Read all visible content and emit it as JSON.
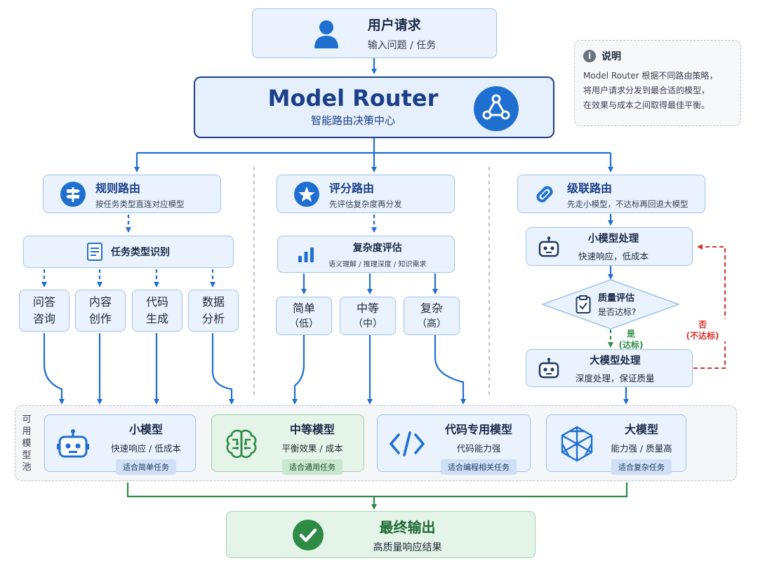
{
  "request": {
    "title": "用户请求",
    "sub": "输入问题 / 任务"
  },
  "note": {
    "title": "说明",
    "line1": "Model Router 根据不同路由策略，",
    "line2": "将用户请求分发到最合适的模型，",
    "line3": "在效果与成本之间取得最佳平衡。"
  },
  "router": {
    "title": "Model Router",
    "sub": "智能路由决策中心"
  },
  "rule": {
    "title": "规则路由",
    "sub": "按任务类型直连对应模型",
    "step": "任务类型识别",
    "items": [
      "问答",
      "咨询",
      "内容",
      "创作",
      "代码",
      "生成",
      "数据",
      "分析"
    ]
  },
  "score": {
    "title": "评分路由",
    "sub": "先评估复杂度再分发",
    "step": "复杂度评估",
    "step_sub": "语义理解 / 推理深度 / 知识需求",
    "items": [
      "简单",
      "（低）",
      "中等",
      "（中）",
      "复杂",
      "（高）"
    ]
  },
  "cascade": {
    "title": "级联路由",
    "sub": "先走小模型，不达标再回退大模型",
    "small": {
      "title": "小模型处理",
      "sub": "快速响应，低成本"
    },
    "check": {
      "title": "质量评估",
      "sub": "是否达标?"
    },
    "yes": "是",
    "yes2": "(达标)",
    "no": "否",
    "no2": "(不达标)",
    "large": {
      "title": "大模型处理",
      "sub": "深度处理，保证质量"
    }
  },
  "pool": {
    "label": [
      "可",
      "用",
      "模",
      "型",
      "池"
    ],
    "models": [
      {
        "title": "小模型",
        "sub": "快速响应 / 低成本",
        "tag": "适合简单任务"
      },
      {
        "title": "中等模型",
        "sub": "平衡效果 / 成本",
        "tag": "适合通用任务"
      },
      {
        "title": "代码专用模型",
        "sub": "代码能力强",
        "tag": "适合编程相关任务"
      },
      {
        "title": "大模型",
        "sub": "能力强 / 质量高",
        "tag": "适合复杂任务"
      }
    ]
  },
  "output": {
    "title": "最终输出",
    "sub": "高质量响应结果"
  },
  "colors": {
    "blue": "#1f6fd1",
    "green": "#2e8b45",
    "red": "#d9302c",
    "dark": "#1c3f8a"
  }
}
